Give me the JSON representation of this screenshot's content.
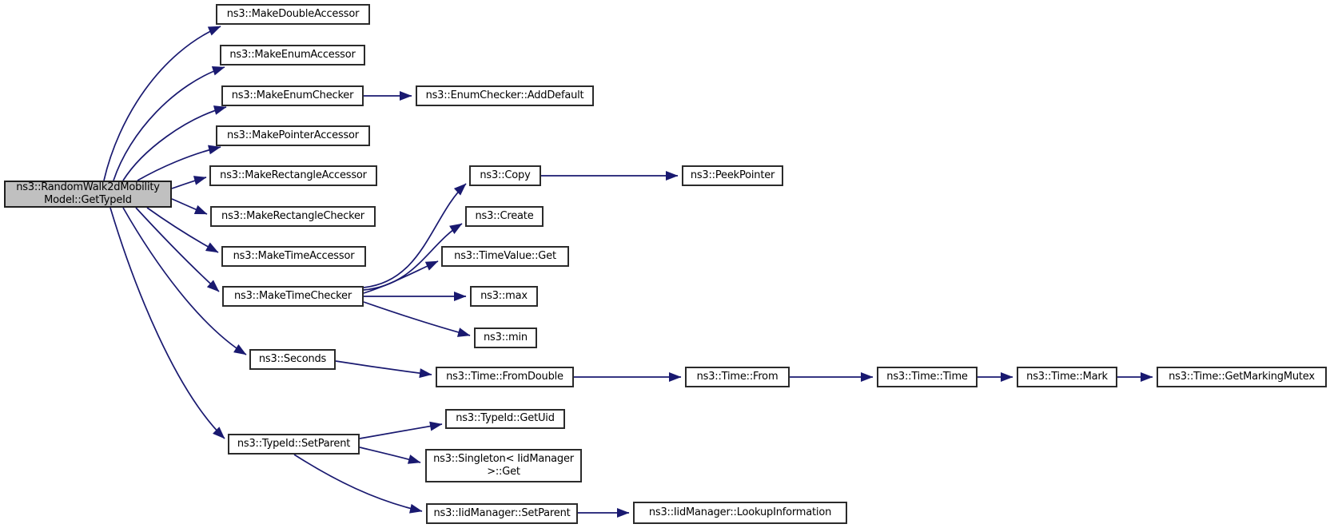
{
  "diagram": {
    "type": "call-graph",
    "colors": {
      "background": "#ffffff",
      "edge": "#191970",
      "node_border": "#2b2b2b",
      "node_fill": "#ffffff",
      "root_node_fill": "#c0c0c0",
      "text": "#000000"
    },
    "nodes": [
      {
        "id": "root",
        "label": "ns3::RandomWalk2dMobility\nModel::GetTypeId",
        "emphasis": true
      },
      {
        "id": "make_double_accessor",
        "label": "ns3::MakeDoubleAccessor"
      },
      {
        "id": "make_enum_accessor",
        "label": "ns3::MakeEnumAccessor"
      },
      {
        "id": "make_enum_checker",
        "label": "ns3::MakeEnumChecker"
      },
      {
        "id": "enum_checker_add_default",
        "label": "ns3::EnumChecker::AddDefault"
      },
      {
        "id": "make_pointer_accessor",
        "label": "ns3::MakePointerAccessor"
      },
      {
        "id": "make_rectangle_accessor",
        "label": "ns3::MakeRectangleAccessor"
      },
      {
        "id": "make_rectangle_checker",
        "label": "ns3::MakeRectangleChecker"
      },
      {
        "id": "make_time_accessor",
        "label": "ns3::MakeTimeAccessor"
      },
      {
        "id": "make_time_checker",
        "label": "ns3::MakeTimeChecker"
      },
      {
        "id": "copy",
        "label": "ns3::Copy"
      },
      {
        "id": "peek_pointer",
        "label": "ns3::PeekPointer"
      },
      {
        "id": "create",
        "label": "ns3::Create"
      },
      {
        "id": "time_value_get",
        "label": "ns3::TimeValue::Get"
      },
      {
        "id": "max",
        "label": "ns3::max"
      },
      {
        "id": "min",
        "label": "ns3::min"
      },
      {
        "id": "seconds",
        "label": "ns3::Seconds"
      },
      {
        "id": "time_from_double",
        "label": "ns3::Time::FromDouble"
      },
      {
        "id": "time_from",
        "label": "ns3::Time::From"
      },
      {
        "id": "time_time",
        "label": "ns3::Time::Time"
      },
      {
        "id": "time_mark",
        "label": "ns3::Time::Mark"
      },
      {
        "id": "time_get_marking_mutex",
        "label": "ns3::Time::GetMarkingMutex"
      },
      {
        "id": "type_id_get_uid",
        "label": "ns3::TypeId::GetUid"
      },
      {
        "id": "type_id_set_parent",
        "label": "ns3::TypeId::SetParent"
      },
      {
        "id": "singleton_get",
        "label": "ns3::Singleton< IidManager\n>::Get"
      },
      {
        "id": "iid_manager_set_parent",
        "label": "ns3::IidManager::SetParent"
      },
      {
        "id": "iid_manager_lookup_information",
        "label": "ns3::IidManager::LookupInformation"
      }
    ],
    "edges": [
      {
        "from": "root",
        "to": "make_double_accessor"
      },
      {
        "from": "root",
        "to": "make_enum_accessor"
      },
      {
        "from": "root",
        "to": "make_enum_checker"
      },
      {
        "from": "root",
        "to": "make_pointer_accessor"
      },
      {
        "from": "root",
        "to": "make_rectangle_accessor"
      },
      {
        "from": "root",
        "to": "make_rectangle_checker"
      },
      {
        "from": "root",
        "to": "make_time_accessor"
      },
      {
        "from": "root",
        "to": "make_time_checker"
      },
      {
        "from": "root",
        "to": "seconds"
      },
      {
        "from": "root",
        "to": "type_id_set_parent"
      },
      {
        "from": "make_enum_checker",
        "to": "enum_checker_add_default"
      },
      {
        "from": "make_time_checker",
        "to": "copy"
      },
      {
        "from": "make_time_checker",
        "to": "create"
      },
      {
        "from": "make_time_checker",
        "to": "time_value_get"
      },
      {
        "from": "make_time_checker",
        "to": "max"
      },
      {
        "from": "make_time_checker",
        "to": "min"
      },
      {
        "from": "copy",
        "to": "peek_pointer"
      },
      {
        "from": "seconds",
        "to": "time_from_double"
      },
      {
        "from": "time_from_double",
        "to": "time_from"
      },
      {
        "from": "time_from",
        "to": "time_time"
      },
      {
        "from": "time_time",
        "to": "time_mark"
      },
      {
        "from": "time_mark",
        "to": "time_get_marking_mutex"
      },
      {
        "from": "type_id_set_parent",
        "to": "type_id_get_uid"
      },
      {
        "from": "type_id_set_parent",
        "to": "singleton_get"
      },
      {
        "from": "type_id_set_parent",
        "to": "iid_manager_set_parent"
      },
      {
        "from": "iid_manager_set_parent",
        "to": "iid_manager_lookup_information"
      }
    ]
  }
}
